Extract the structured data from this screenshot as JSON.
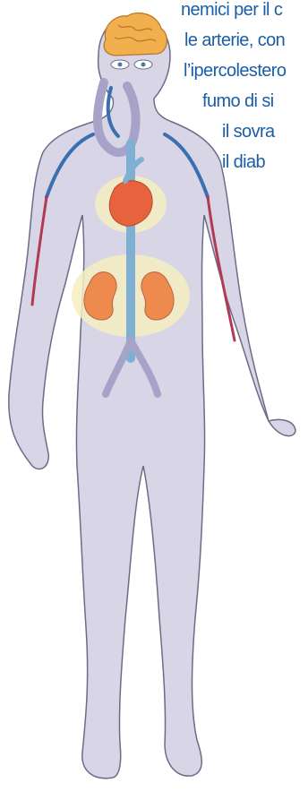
{
  "caption_lines": [
    "nemici per il c",
    "le arterie, con",
    "l’ipercolestero",
    "fumo di si",
    "il sovra",
    "il diab"
  ],
  "colors": {
    "body_fill": "#d7d5e6",
    "body_outline": "#6b6c88",
    "artery": "#3a6fb0",
    "vein": "#a7a3c8",
    "red_vessel": "#b33a53",
    "heart": "#e8623e",
    "kidney": "#ef8a4f",
    "brain": "#f1b04d",
    "halo": "#f6edbf",
    "text": "#1a5ea8"
  },
  "icons": [
    "brain-icon",
    "heart-icon",
    "left-kidney-icon",
    "right-kidney-icon",
    "eye-icon"
  ]
}
